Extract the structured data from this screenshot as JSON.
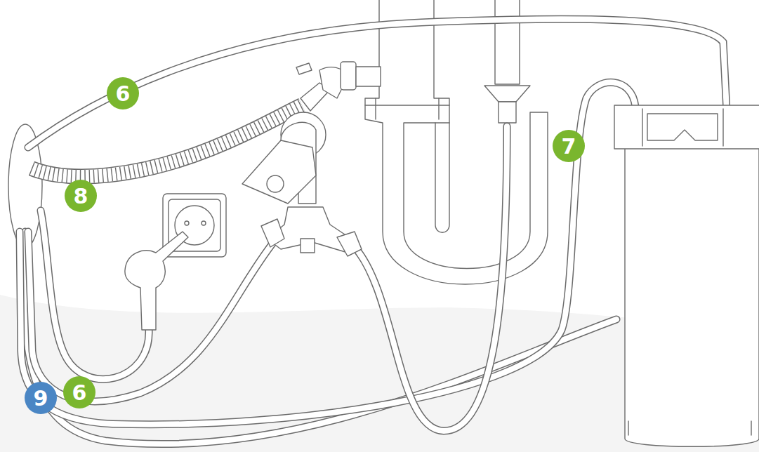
{
  "diagram": {
    "nodes": [
      {
        "text": [
          "6"
        ]
      },
      {
        "text": [
          "7"
        ]
      },
      {
        "text": [
          "8"
        ]
      },
      {
        "text": [
          "9"
        ]
      },
      {
        "text": [
          "6"
        ]
      }
    ]
  }
}
